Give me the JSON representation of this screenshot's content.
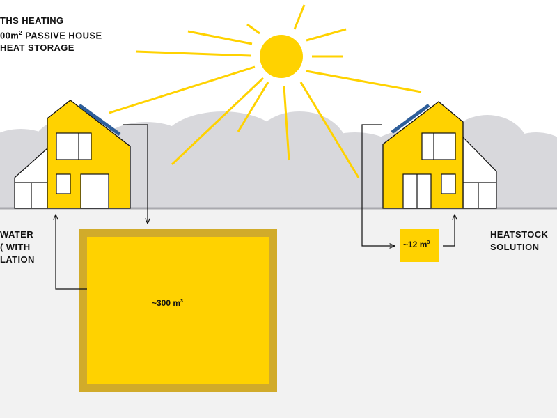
{
  "intro_text": {
    "line1": "THS HEATING",
    "line2_prefix": "00m",
    "line2_sup": "2",
    "line2_suffix": " PASSIVE HOUSE",
    "line3": "HEAT STORAGE"
  },
  "left_caption": {
    "line1": "WATER",
    "line2": "( WITH",
    "line3": "LATION"
  },
  "right_caption": {
    "line1": "HEATSTOCK",
    "line2": "SOLUTION"
  },
  "large_tank": {
    "prefix": "~300 m",
    "sup": "3"
  },
  "small_tank": {
    "prefix": "~12 m",
    "sup": "3"
  },
  "colors": {
    "house_yellow": "#FFD200",
    "tank_border": "#D1AB2A",
    "sun_yellow": "#FFD200",
    "solar_panel": "#2E5E9A",
    "ground": "#F2F2F2",
    "ground_line": "#A9A9AE",
    "clouds": "#D8D8DC",
    "line": "#111111"
  },
  "icons": [
    "sun-icon",
    "house-icon",
    "solar-panel-icon",
    "arrow-icon",
    "cloud-icon"
  ]
}
